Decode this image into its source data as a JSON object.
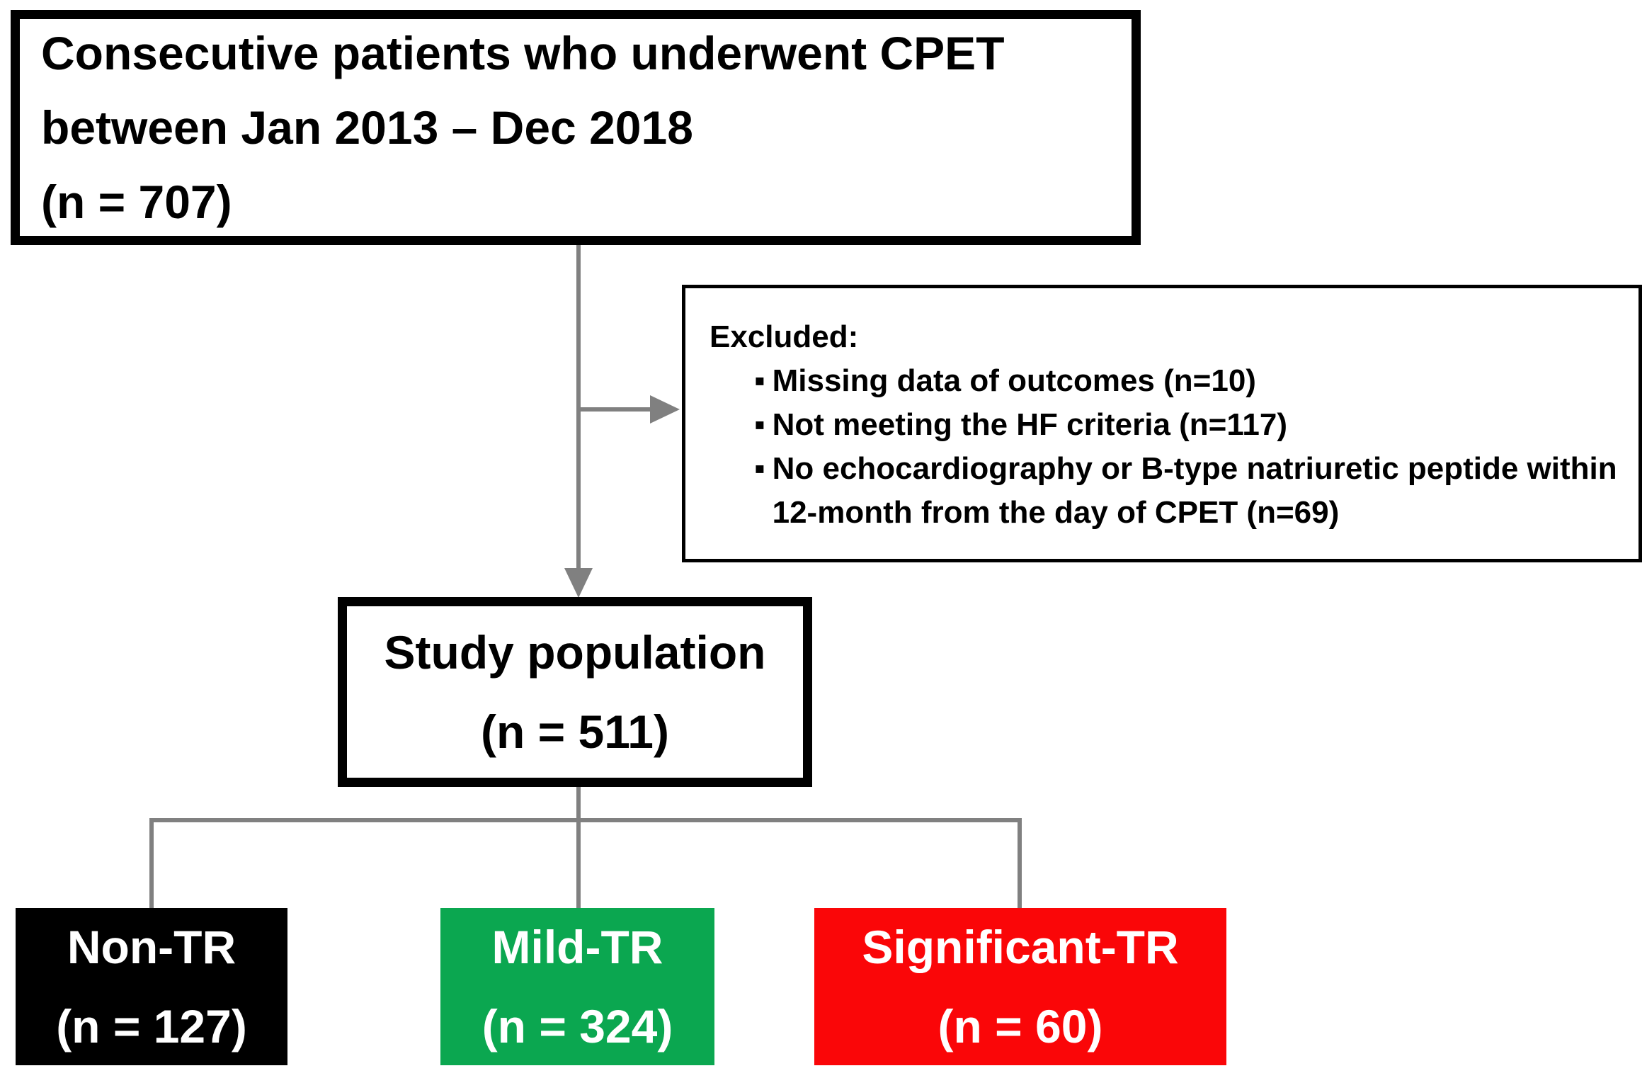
{
  "diagram": {
    "top_box": {
      "lines": [
        "Consecutive patients who underwent CPET",
        "between Jan 2013 – Dec 2018",
        "(n = 707)"
      ]
    },
    "excluded_box": {
      "title": "Excluded:",
      "items": [
        {
          "bullet": "▪",
          "text": "Missing data of outcomes (n=10)"
        },
        {
          "bullet": "▪",
          "text": "Not meeting the HF criteria (n=117)"
        },
        {
          "bullet": "▪",
          "text": "No echocardiography or B-type natriuretic peptide within 12-month from the day of CPET (n=69)"
        }
      ]
    },
    "study_box": {
      "line1": "Study population",
      "line2": "(n = 511)"
    },
    "groups": [
      {
        "name": "Non-TR",
        "n_label": "(n = 127)",
        "bg": "#000000",
        "fg": "#ffffff"
      },
      {
        "name": "Mild-TR",
        "n_label": "(n = 324)",
        "bg": "#0BA750",
        "fg": "#ffffff"
      },
      {
        "name": "Significant-TR",
        "n_label": "(n = 60)",
        "bg": "#FA0608",
        "fg": "#ffffff"
      }
    ],
    "colors": {
      "connector_gray": "#808080",
      "border_black": "#000000",
      "background": "#ffffff"
    }
  }
}
